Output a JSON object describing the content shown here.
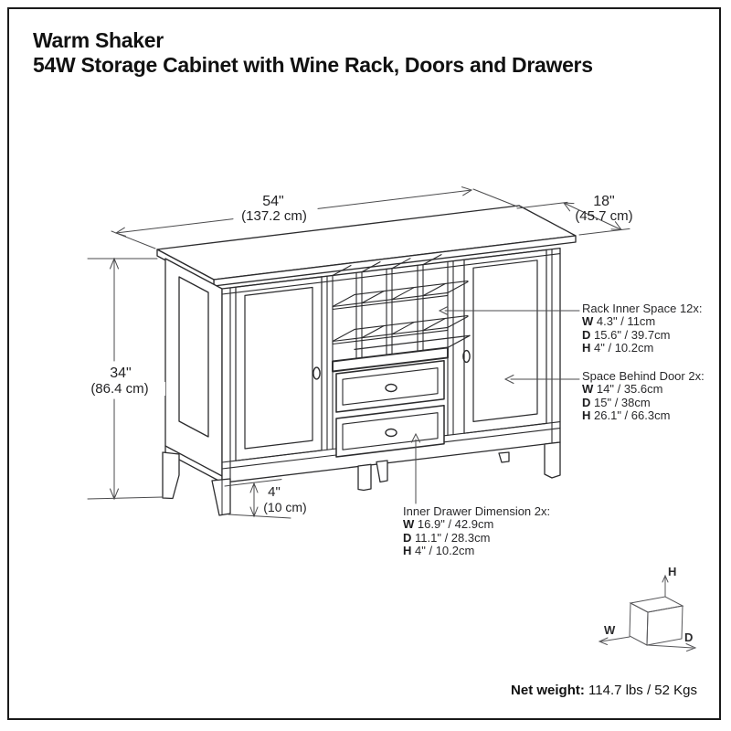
{
  "title": {
    "line1": "Warm Shaker",
    "line2": "54W Storage Cabinet with Wine Rack, Doors and Drawers"
  },
  "dimensions": {
    "width": {
      "imperial": "54\"",
      "metric": "(137.2 cm)"
    },
    "depth": {
      "imperial": "18\"",
      "metric": "(45.7 cm)"
    },
    "height": {
      "imperial": "34\"",
      "metric": "(86.4 cm)"
    },
    "leg_clearance": {
      "imperial": "4\"",
      "metric": "(10 cm)"
    }
  },
  "callouts": {
    "rack": {
      "title": "Rack Inner Space 12x:",
      "specs": [
        {
          "axis": "W",
          "value": "4.3\" / 11cm"
        },
        {
          "axis": "D",
          "value": "15.6\" / 39.7cm"
        },
        {
          "axis": "H",
          "value": "4\" / 10.2cm"
        }
      ]
    },
    "door": {
      "title": "Space Behind Door 2x:",
      "specs": [
        {
          "axis": "W",
          "value": "14\" / 35.6cm"
        },
        {
          "axis": "D",
          "value": "15\" / 38cm"
        },
        {
          "axis": "H",
          "value": "26.1\" / 66.3cm"
        }
      ]
    },
    "drawer": {
      "title": "Inner Drawer Dimension 2x:",
      "specs": [
        {
          "axis": "W",
          "value": "16.9\" / 42.9cm"
        },
        {
          "axis": "D",
          "value": "11.1\" / 28.3cm"
        },
        {
          "axis": "H",
          "value": "4\" / 10.2cm"
        }
      ]
    }
  },
  "axis_cube": {
    "width_label": "W",
    "depth_label": "D",
    "height_label": "H"
  },
  "footer": {
    "net_weight_label": "Net weight:",
    "net_weight_value": "114.7 lbs / 52 Kgs"
  },
  "colors": {
    "line": "#2b2b2d",
    "dim_line": "#4b4b4d",
    "text": "#1c1c1e",
    "background": "#ffffff"
  }
}
